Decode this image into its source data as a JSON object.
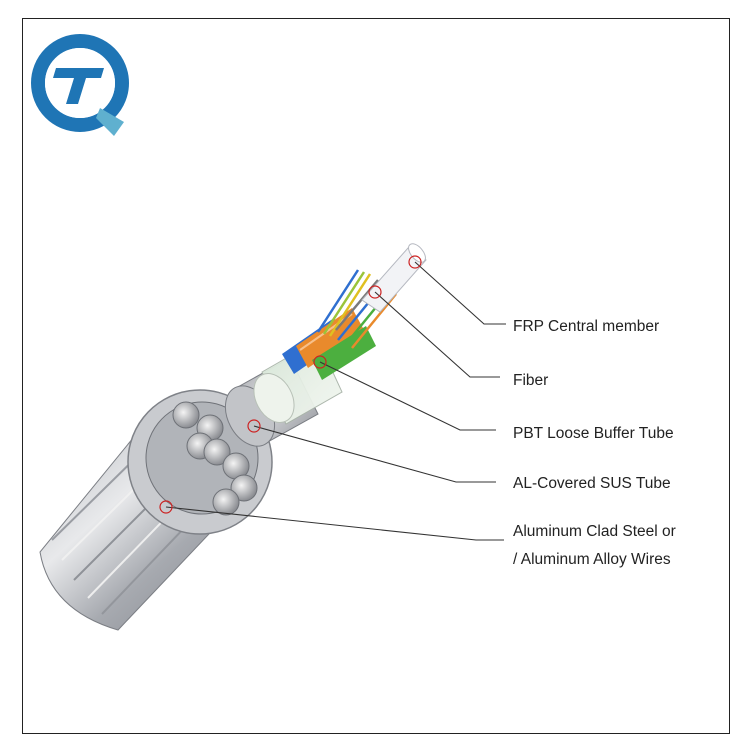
{
  "logo": {
    "letter": "T",
    "icon": "tq-brand-logo-icon",
    "ring_color": "#1f75b5",
    "accent_color": "#5fb0cf"
  },
  "diagram": {
    "subject": "optical-ground-wire-cable-cross-section",
    "labels": [
      {
        "id": "frp",
        "text": "FRP Central member"
      },
      {
        "id": "fiber",
        "text": "Fiber"
      },
      {
        "id": "pbt",
        "text": "PBT Loose Buffer Tube"
      },
      {
        "id": "sus",
        "text": "AL-Covered SUS Tube"
      },
      {
        "id": "acs_line1",
        "text": "Aluminum Clad Steel or"
      },
      {
        "id": "acs_line2",
        "text": "/ Aluminum Alloy Wires"
      }
    ]
  },
  "colors": {
    "frame": "#222222",
    "leader": "#333333",
    "marker": "#cc2222",
    "tube_orange": "#e98a2c",
    "tube_blue": "#2f6fd0",
    "tube_green": "#4caf3f"
  }
}
